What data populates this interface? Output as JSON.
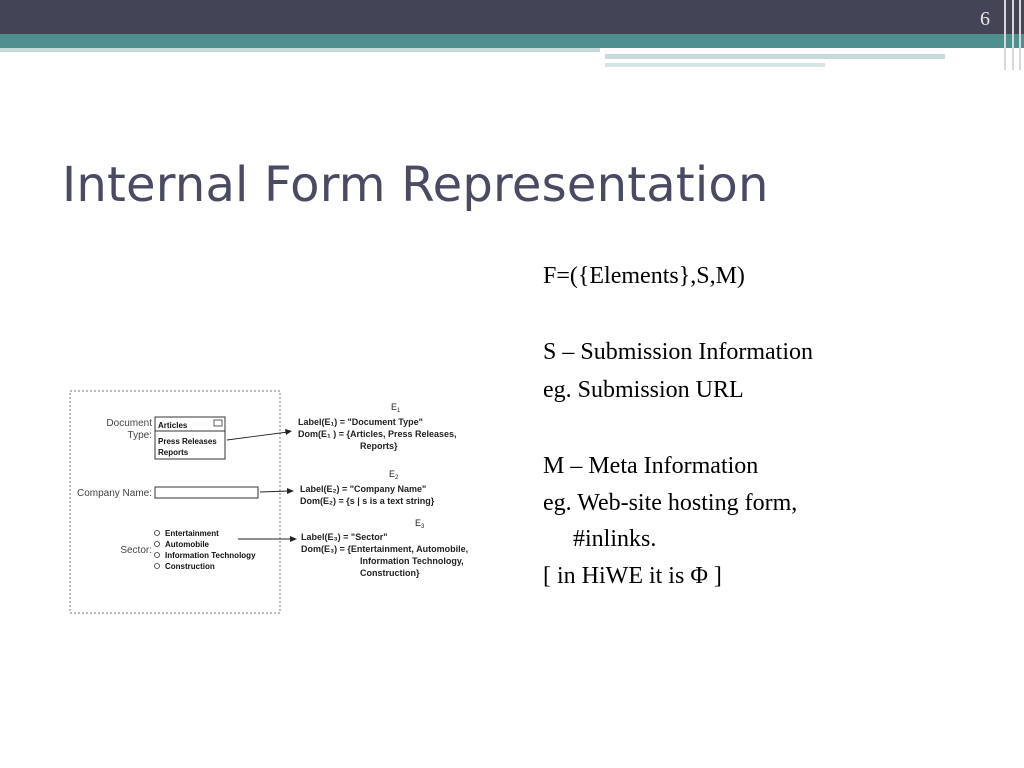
{
  "slide": {
    "number": "6",
    "title": "Internal Form Representation"
  },
  "content": {
    "formula": "F=({Elements},S,M)",
    "s_line": "S – Submission Information",
    "s_example": "eg. Submission URL",
    "m_line": "M – Meta Information",
    "m_example": "eg. Web-site hosting form,",
    "m_example_cont": "#inlinks.",
    "hiwe_note": "[ in HiWE it is Φ ]"
  },
  "diagram": {
    "form": {
      "doc_type_label_1": "Document",
      "doc_type_label_2": "Type:",
      "doc_type_selected": "Articles",
      "doc_type_options": [
        "Press Releases",
        "Reports"
      ],
      "company_label": "Company Name:",
      "sector_label": "Sector:",
      "sector_options": [
        "Entertainment",
        "Automobile",
        "Information Technology",
        "Construction"
      ]
    },
    "e1": {
      "name": "E",
      "sub": "1",
      "label_line": "Label(E₁) = \"Document Type\"",
      "dom_line1": "Dom(E₁ ) = {Articles, Press Releases,",
      "dom_line2": "Reports}"
    },
    "e2": {
      "name": "E",
      "sub": "2",
      "label_line": "Label(E₂) = \"Company Name\"",
      "dom_line1": "Dom(E₂) = {s | s is a text string}"
    },
    "e3": {
      "name": "E",
      "sub": "3",
      "label_line": "Label(E₃) = \"Sector\"",
      "dom_line1": "Dom(E₃) = {Entertainment, Automobile,",
      "dom_line2": "Information Technology,",
      "dom_line3": "Construction}"
    }
  },
  "colors": {
    "header_dark": "#434456",
    "header_teal": "#4e8f8f",
    "title_text": "#4a4a63"
  }
}
